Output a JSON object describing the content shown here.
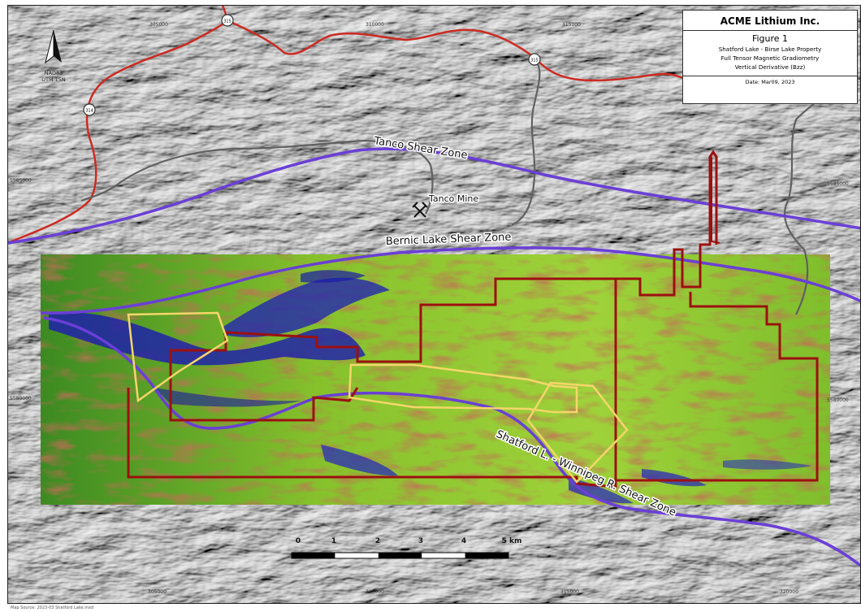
{
  "title_block": {
    "company": "ACME Lithium Inc.",
    "figure": "Figure 1",
    "line1": "Shatford Lake - Birse Lake Property",
    "line2": "Full Tensor Magnetic Gradiometry",
    "line3": "Vertical Derivative (Bzz)",
    "date": "Date: Mar09, 2023"
  },
  "north_arrow": {
    "datum": "NAD83",
    "zone": "UTM 15N"
  },
  "labels": {
    "tanco_shear": "Tanco Shear Zone",
    "tanco_mine": "Tanco Mine",
    "bernic_shear": "Bernic Lake Shear Zone",
    "shatford_shear": "Shatford L. - Winnipeg R. Shear Zone"
  },
  "scale_bar": {
    "ticks": [
      "0",
      "1",
      "2",
      "3",
      "4",
      "5 km"
    ]
  },
  "grid_labels": {
    "top": [
      "305000",
      "310000",
      "315000"
    ],
    "bottom": [
      "305000",
      "310000",
      "315000",
      "320000"
    ],
    "left": [
      "5585000",
      "5580000"
    ],
    "right": [
      "5585000",
      "5580000"
    ]
  },
  "highway_markers": [
    "315",
    "315",
    "314"
  ],
  "footer": "Map Source: 2023-03 Shatford Lake.mxd",
  "colors": {
    "road_red": "#cc2a22",
    "road_gray": "#606060",
    "shear_zone": "#6a3fd6",
    "claim_outline": "#9c1010",
    "survey_outline": "#f5d66b"
  }
}
